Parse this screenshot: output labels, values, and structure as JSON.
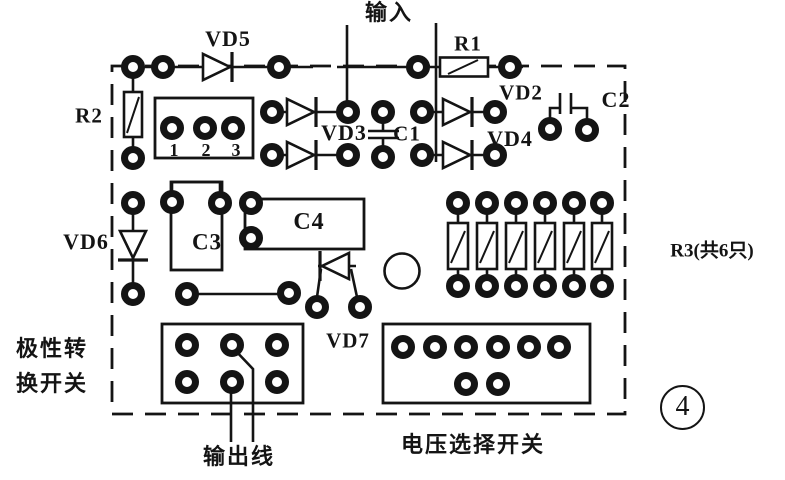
{
  "figure": {
    "number": "4",
    "ink": "#141414",
    "background": "#ffffff"
  },
  "labels": {
    "input": "输入",
    "output": "输出线",
    "polarity_switch_line1": "极性转",
    "polarity_switch_line2": "换开关",
    "voltage_switch": "电压选择开关"
  },
  "components": {
    "vd5": "VD5",
    "r1": "R1",
    "vd2": "VD2",
    "c2": "C2",
    "r2": "R2",
    "vd3": "VD3",
    "c1": "C1",
    "vd4": "VD4",
    "vd6": "VD6",
    "c3": "C3",
    "c4": "C4",
    "vd7": "VD7",
    "r3": "R3(共6只)",
    "connector_pins": [
      "1",
      "2",
      "3"
    ]
  }
}
